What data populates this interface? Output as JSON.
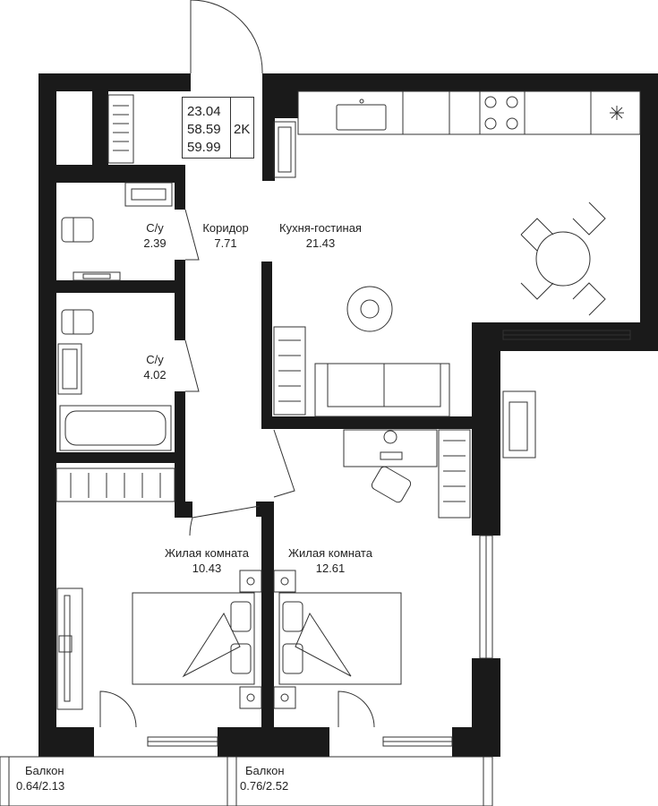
{
  "summary": {
    "living_area": "23.04",
    "total_area": "58.59",
    "total_area_with_balcony": "59.99",
    "type": "2K"
  },
  "rooms": [
    {
      "name": "С/у",
      "area": "2.39"
    },
    {
      "name": "Коридор",
      "area": "7.71"
    },
    {
      "name": "Кухня-гостиная",
      "area": "21.43"
    },
    {
      "name": "С/у",
      "area": "4.02"
    },
    {
      "name": "Жилая комната",
      "area": "10.43"
    },
    {
      "name": "Жилая комната",
      "area": "12.61"
    }
  ],
  "balconies": [
    {
      "name": "Балкон",
      "area": "0.64/2.13"
    },
    {
      "name": "Балкон",
      "area": "0.76/2.52"
    }
  ],
  "colors": {
    "wall": "#1a1a1a",
    "furniture_stroke": "#333333",
    "background": "#ffffff"
  }
}
